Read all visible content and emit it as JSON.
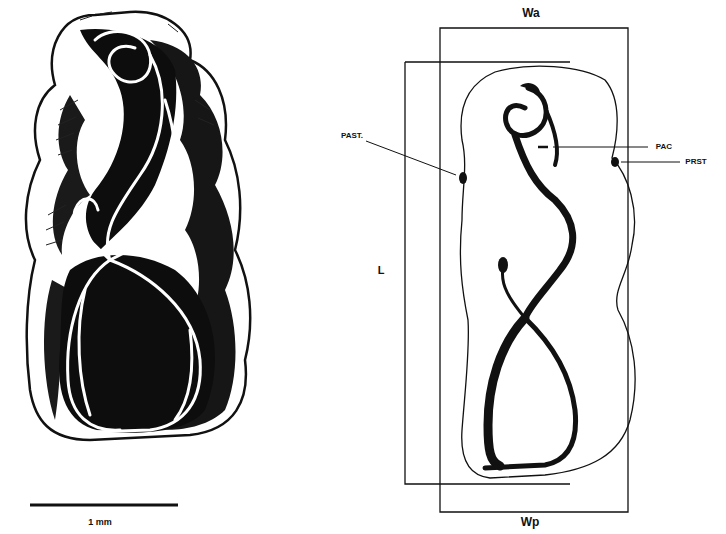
{
  "diagram": {
    "labels": [
      "Wa",
      "PAC",
      "PAST.",
      "PRST",
      "L",
      "Wp",
      "1 mm"
    ]
  }
}
